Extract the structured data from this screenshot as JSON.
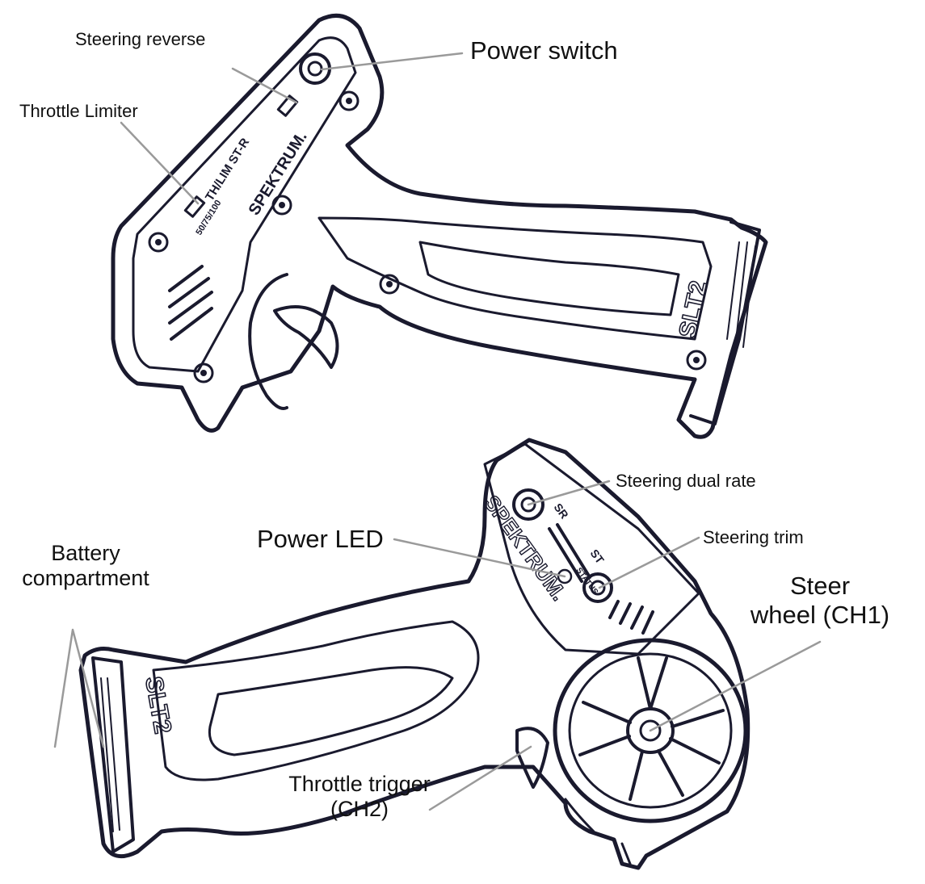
{
  "diagram": {
    "top_view": {
      "callouts": {
        "steering_reverse": "Steering reverse",
        "power_switch": "Power switch",
        "throttle_limiter": "Throttle Limiter"
      },
      "printed_marks": {
        "brand": "SPEKTRUM.",
        "model": "SLT2",
        "switch_labels": "TH/LIM  ST-R",
        "limiter_values": "50/75/100"
      }
    },
    "bottom_view": {
      "callouts": {
        "steering_dual_rate": "Steering dual rate",
        "power_led": "Power LED",
        "steering_trim": "Steering trim",
        "battery_compartment_line1": "Battery",
        "battery_compartment_line2": "compartment",
        "steer_wheel_line1": "Steer",
        "steer_wheel_line2": "wheel (CH1)",
        "throttle_trigger_line1": "Throttle trigger",
        "throttle_trigger_line2": "(CH2)"
      },
      "printed_marks": {
        "brand": "SPEKTRUM.",
        "model": "SLT2",
        "sr": "SR",
        "st": "ST",
        "status": "STATUS"
      }
    },
    "line_color": "#1a1a2e",
    "leader_color": "#9a9a9a"
  }
}
